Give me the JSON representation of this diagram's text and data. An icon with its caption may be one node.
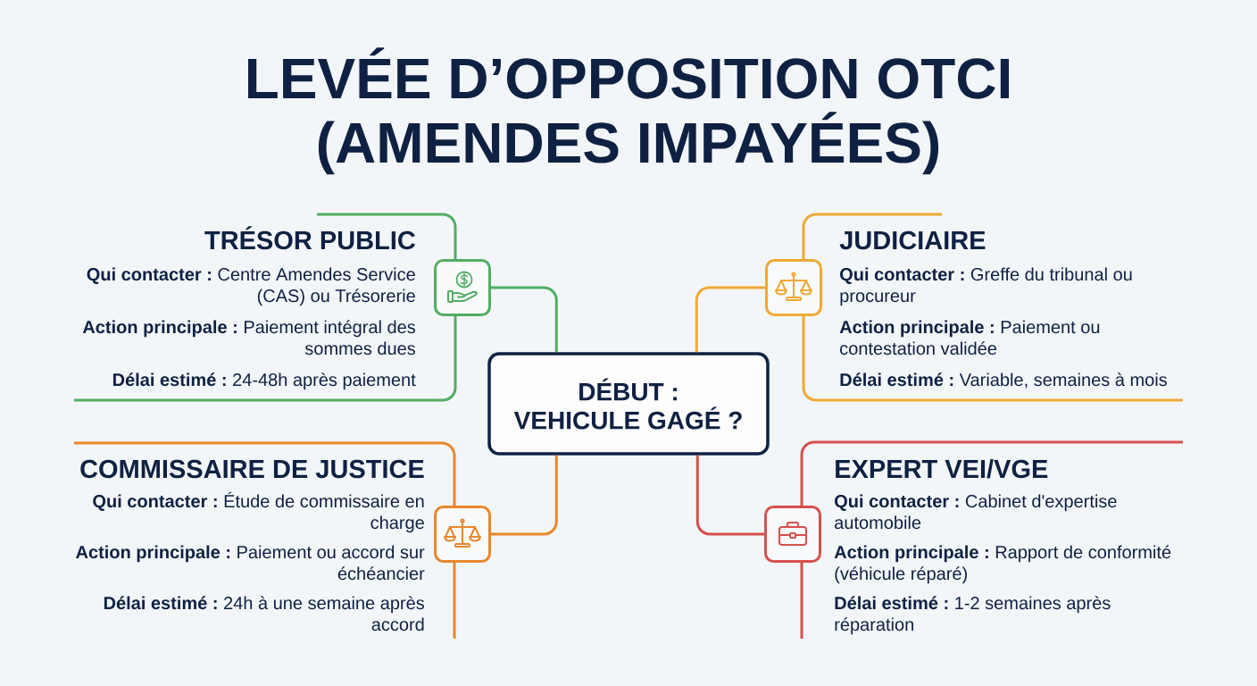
{
  "diagram": {
    "title": "LEVÉE D’OPPOSITION OTCI (AMENDES IMPAYÉES)",
    "nodes": [
      {
        "text": [
          "DÉBUT : VEHICULE GAGÉ ?"
        ]
      },
      {
        "text": [
          "TRÉSOR PUBLIC",
          "**Qui contacter :** Centre Amendes Service (CAS) ou Trésorerie",
          "**Action principale :** Paiement intégral des sommes dues",
          "**Délai estimé :** 24-48h après paiement"
        ]
      },
      {
        "text": [],
        "shape": "picture"
      },
      {
        "text": [
          "JUDICIAIRE",
          "**Qui contacter :** Greffe du tribunal ou procureur",
          "**Action principale :** Paiement ou contestation validée",
          "**Délai estimé :** Variable, semaines à mois"
        ]
      },
      {
        "text": [],
        "shape": "picture"
      },
      {
        "text": [
          "COMMISSAIRE DE JUSTICE",
          "**Qui contacter :** Étude de commissaire en charge",
          "**Action principale :** Paiement ou accord sur échéancier",
          "**Délai estimé :** 24h à une semaine après accord"
        ]
      },
      {
        "text": [],
        "shape": "picture"
      },
      {
        "text": [
          "EXPERT VEI/VGE",
          "**Qui contacter :** Cabinet d'expertise automobile",
          "**Action principale :** Rapport de conformité (véhicule réparé)",
          "**Délai estimé :** 1-2 semaines après réparation"
        ]
      },
      {
        "text": [],
        "shape": "picture"
      }
    ],
    "edges": [
      {
        "from": 0,
        "to": 2,
        "arrow": "none",
        "color": "#52ad63"
      },
      {
        "from": 0,
        "to": 4,
        "arrow": "none",
        "color": "#efa935"
      },
      {
        "from": 0,
        "to": 6,
        "arrow": "none",
        "color": "#e8872d"
      },
      {
        "from": 0,
        "to": 8,
        "arrow": "none",
        "color": "#d6504c"
      }
    ]
  }
}
